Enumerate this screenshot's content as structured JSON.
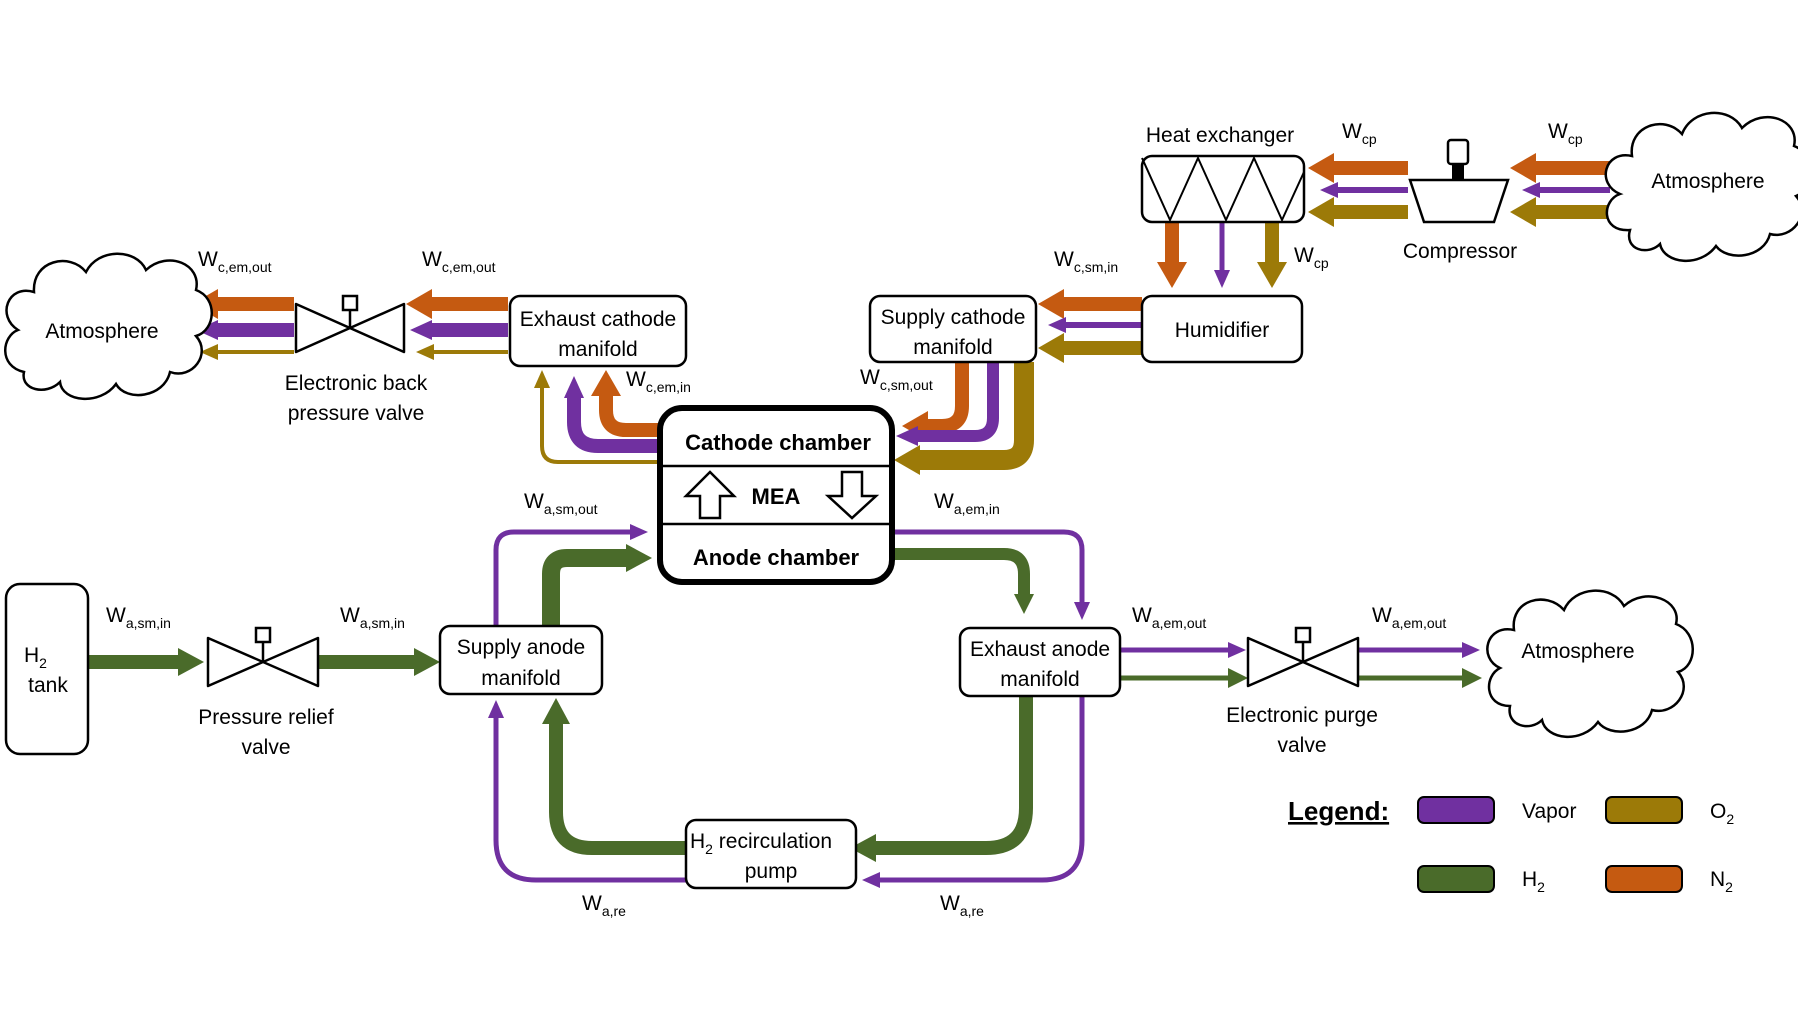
{
  "colors": {
    "vapor": "#7030a0",
    "h2": "#4a6b2a",
    "o2": "#9c7a08",
    "n2": "#c55a11"
  },
  "components": {
    "heat_exchanger": "Heat exchanger",
    "compressor": "Compressor",
    "atmosphere_right_top": "Atmosphere",
    "atmosphere_left": "Atmosphere",
    "atmosphere_right_bottom": "Atmosphere",
    "humidifier": "Humidifier",
    "supply_cathode_manifold": [
      "Supply cathode",
      "manifold"
    ],
    "exhaust_cathode_manifold": [
      "Exhaust cathode",
      "manifold"
    ],
    "back_pressure_valve": [
      "Electronic back",
      "pressure valve"
    ],
    "cathode_chamber": "Cathode chamber",
    "mea": "MEA",
    "anode_chamber": "Anode chamber",
    "h2_tank": {
      "main": "H",
      "sub": "2",
      "line2": "tank"
    },
    "pressure_relief_valve": [
      "Pressure relief",
      "valve"
    ],
    "supply_anode_manifold": [
      "Supply anode",
      "manifold"
    ],
    "exhaust_anode_manifold": [
      "Exhaust anode",
      "manifold"
    ],
    "purge_valve": [
      "Electronic purge",
      "valve"
    ],
    "recirculation_pump": {
      "main": "H",
      "sub": "2",
      "rest": " recirculation",
      "line2": "pump"
    }
  },
  "flow_labels": {
    "w_cp_1": {
      "main": "W",
      "sub": "cp"
    },
    "w_cp_2": {
      "main": "W",
      "sub": "cp"
    },
    "w_cp_3": {
      "main": "W",
      "sub": "cp"
    },
    "w_c_sm_in": {
      "main": "W",
      "sub": "c,sm,in"
    },
    "w_c_sm_out": {
      "main": "W",
      "sub": "c,sm,out"
    },
    "w_c_em_in": {
      "main": "W",
      "sub": "c,em,in"
    },
    "w_c_em_out_1": {
      "main": "W",
      "sub": "c,em,out"
    },
    "w_c_em_out_2": {
      "main": "W",
      "sub": "c,em,out"
    },
    "w_a_sm_out": {
      "main": "W",
      "sub": "a,sm,out"
    },
    "w_a_em_in": {
      "main": "W",
      "sub": "a,em,in"
    },
    "w_a_sm_in_1": {
      "main": "W",
      "sub": "a,sm,in"
    },
    "w_a_sm_in_2": {
      "main": "W",
      "sub": "a,sm,in"
    },
    "w_a_em_out_1": {
      "main": "W",
      "sub": "a,em,out"
    },
    "w_a_em_out_2": {
      "main": "W",
      "sub": "a,em,out"
    },
    "w_a_re_1": {
      "main": "W",
      "sub": "a,re"
    },
    "w_a_re_2": {
      "main": "W",
      "sub": "a,re"
    }
  },
  "legend": {
    "title": "Legend:",
    "items": [
      {
        "label": "Vapor",
        "sub": "",
        "color_key": "vapor"
      },
      {
        "label": "O",
        "sub": "2",
        "color_key": "o2"
      },
      {
        "label": "H",
        "sub": "2",
        "color_key": "h2"
      },
      {
        "label": "N",
        "sub": "2",
        "color_key": "n2"
      }
    ]
  }
}
